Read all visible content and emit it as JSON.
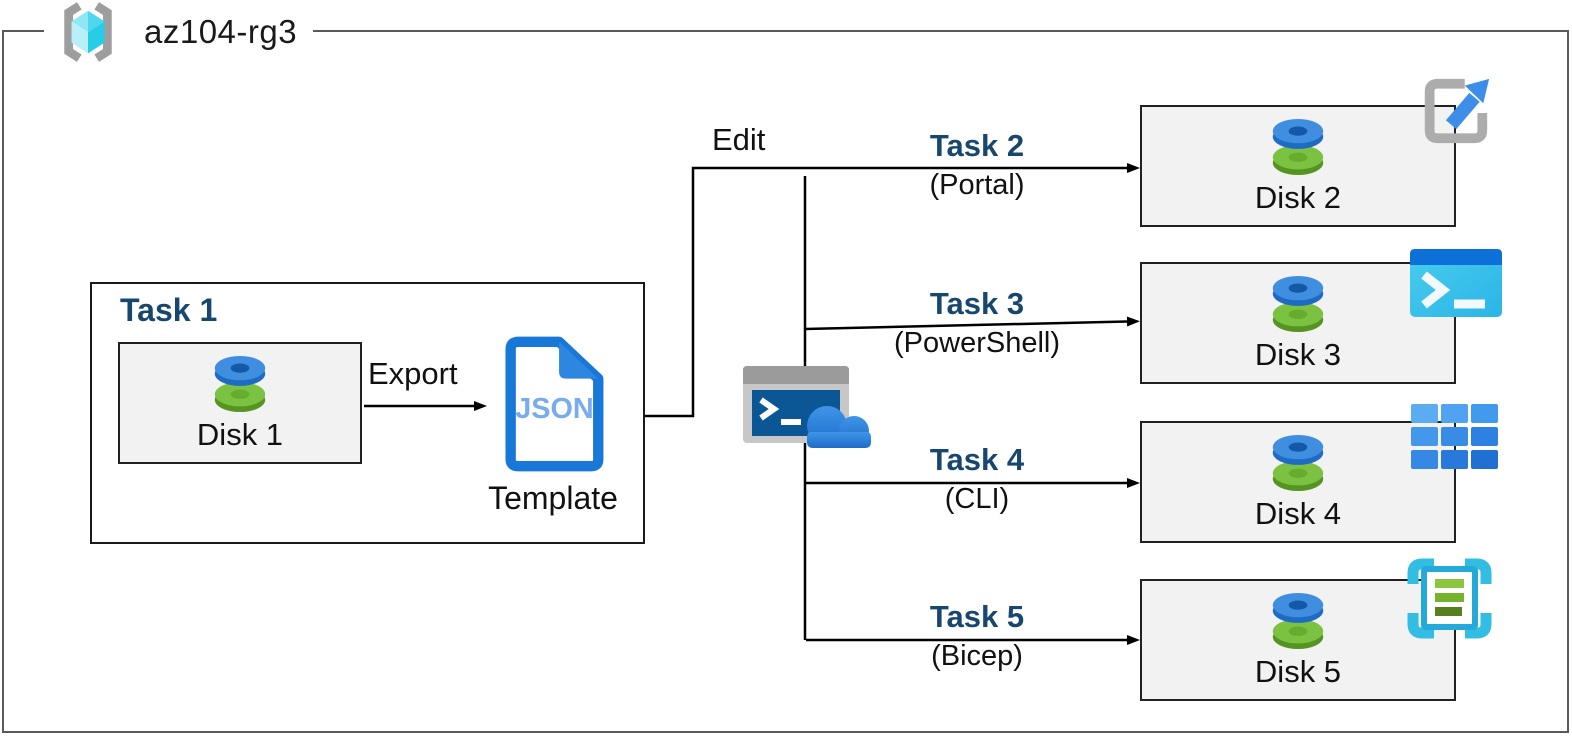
{
  "header": {
    "title": "az104-rg3"
  },
  "task1": {
    "label": "Task 1",
    "disk_label": "Disk 1"
  },
  "export_label": "Export",
  "json_doc": {
    "text": "JSON",
    "caption": "Template"
  },
  "edit_label": "Edit",
  "tasks": [
    {
      "label": "Task 2",
      "method": "(Portal)",
      "disk_label": "Disk 2",
      "icon": "portal-icon"
    },
    {
      "label": "Task 3",
      "method": "(PowerShell)",
      "disk_label": "Disk 3",
      "icon": "powershell-icon"
    },
    {
      "label": "Task 4",
      "method": "(CLI)",
      "disk_label": "Disk 4",
      "icon": "cli-icon"
    },
    {
      "label": "Task 5",
      "method": "(Bicep)",
      "disk_label": "Disk 5",
      "icon": "bicep-icon"
    }
  ],
  "colors": {
    "task_label_blue": "#17476E",
    "rg_border_gray": "#595959",
    "box_fill_gray": "#F2F2F2",
    "azure_blue": "#2E80D9",
    "disk_blue": "#3F8EE0",
    "disk_green": "#7CC242",
    "cyan_cube": "#4ED7EE"
  }
}
